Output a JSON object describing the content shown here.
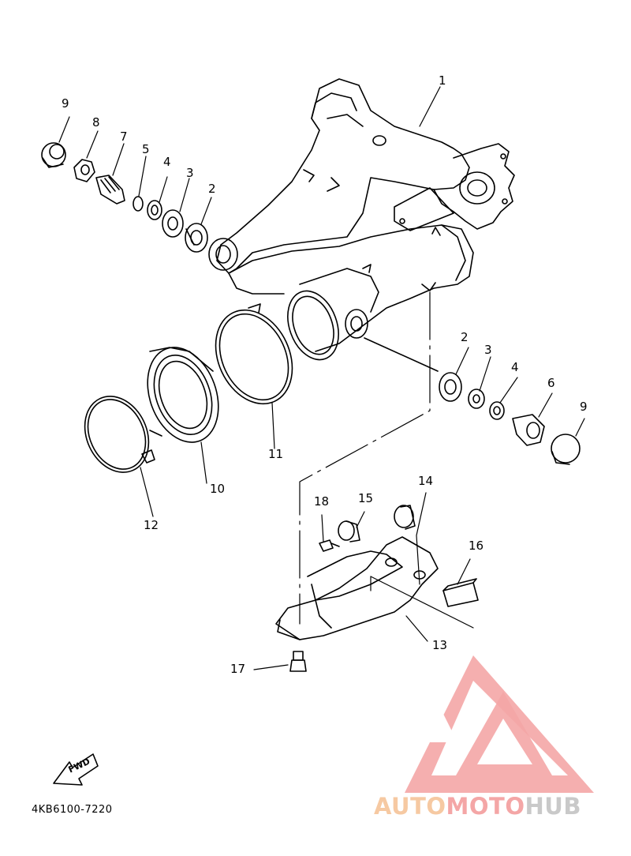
{
  "diagram": {
    "code": "4KB6100-7220",
    "fwd_label": "FWD",
    "callouts": [
      {
        "id": "1",
        "text": "1"
      },
      {
        "id": "2a",
        "text": "2"
      },
      {
        "id": "3a",
        "text": "3"
      },
      {
        "id": "4a",
        "text": "4"
      },
      {
        "id": "5",
        "text": "5"
      },
      {
        "id": "7",
        "text": "7"
      },
      {
        "id": "8",
        "text": "8"
      },
      {
        "id": "9a",
        "text": "9"
      },
      {
        "id": "2b",
        "text": "2"
      },
      {
        "id": "3b",
        "text": "3"
      },
      {
        "id": "4b",
        "text": "4"
      },
      {
        "id": "6",
        "text": "6"
      },
      {
        "id": "9b",
        "text": "9"
      },
      {
        "id": "10",
        "text": "10"
      },
      {
        "id": "11",
        "text": "11"
      },
      {
        "id": "12",
        "text": "12"
      },
      {
        "id": "13",
        "text": "13"
      },
      {
        "id": "14",
        "text": "14"
      },
      {
        "id": "15",
        "text": "15"
      },
      {
        "id": "16",
        "text": "16"
      },
      {
        "id": "17",
        "text": "17"
      },
      {
        "id": "18",
        "text": "18"
      }
    ]
  },
  "watermark": {
    "part1": "AUTO",
    "part2": "MOTO",
    "part3": "HUB",
    "color_auto": "#f6c9a2",
    "color_moto": "#f4a6a6",
    "color_hub": "#c9c9c9"
  }
}
